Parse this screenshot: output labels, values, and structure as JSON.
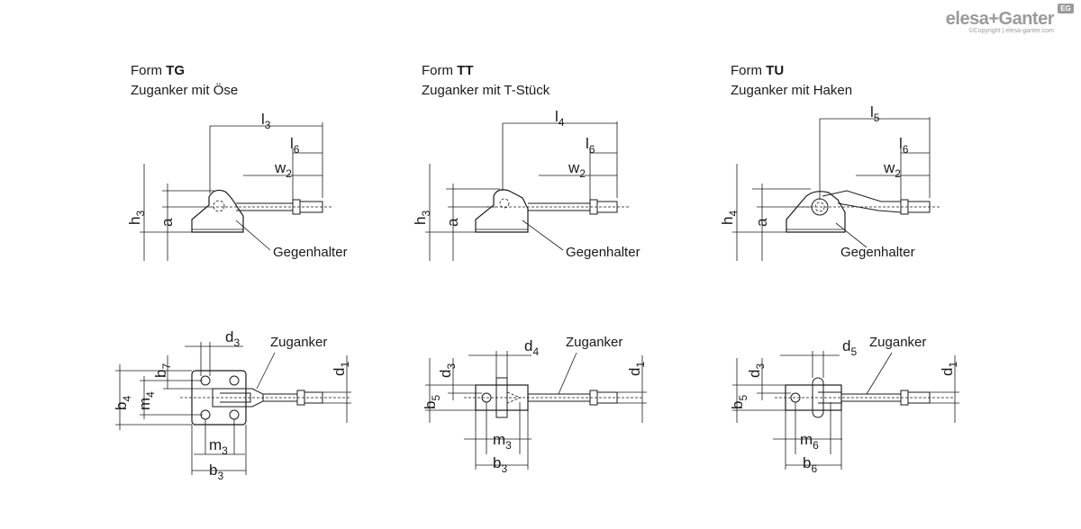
{
  "logo": {
    "brand": "elesa+Ganter",
    "copyright": "©Copyright | elesa-ganter.com",
    "badge": "EG"
  },
  "forms": [
    {
      "prefix": "Form",
      "code": "TG",
      "description": "Zuganker mit Öse"
    },
    {
      "prefix": "Form",
      "code": "TT",
      "description": "Zuganker mit T-Stück"
    },
    {
      "prefix": "Form",
      "code": "TU",
      "description": "Zuganker mit Haken"
    }
  ],
  "labels": {
    "counter_holder": "Gegenhalter",
    "tie_rod": "Zuganker"
  },
  "dimensions": {
    "tg_side": {
      "length": "l",
      "length_sub": "3",
      "l6": "l",
      "l6_sub": "6",
      "w2": "w",
      "w2_sub": "2",
      "height": "h",
      "height_sub": "3",
      "a": "a"
    },
    "tt_side": {
      "length": "l",
      "length_sub": "4",
      "l6": "l",
      "l6_sub": "6",
      "w2": "w",
      "w2_sub": "2",
      "height": "h",
      "height_sub": "3",
      "a": "a"
    },
    "tu_side": {
      "length": "l",
      "length_sub": "5",
      "l6": "l",
      "l6_sub": "6",
      "w2": "w",
      "w2_sub": "2",
      "height": "h",
      "height_sub": "4",
      "a": "a"
    },
    "tg_top": {
      "d_hole": "d",
      "d_hole_sub": "3",
      "b_outer": "b",
      "b_outer_sub": "4",
      "m_outer": "m",
      "m_outer_sub": "4",
      "b7": "b",
      "b7_sub": "7",
      "d1": "d",
      "d1_sub": "1",
      "m_bottom": "m",
      "m_bottom_sub": "3",
      "b_bottom": "b",
      "b_bottom_sub": "3"
    },
    "tt_top": {
      "d_hole": "d",
      "d_hole_sub": "4",
      "d3": "d",
      "d3_sub": "3",
      "b5": "b",
      "b5_sub": "5",
      "d1": "d",
      "d1_sub": "1",
      "m_bottom": "m",
      "m_bottom_sub": "3",
      "b_bottom": "b",
      "b_bottom_sub": "3"
    },
    "tu_top": {
      "d_hole": "d",
      "d_hole_sub": "5",
      "d3": "d",
      "d3_sub": "3",
      "b5": "b",
      "b5_sub": "5",
      "d1": "d",
      "d1_sub": "1",
      "m_bottom": "m",
      "m_bottom_sub": "6",
      "b_bottom": "b",
      "b_bottom_sub": "6"
    }
  }
}
